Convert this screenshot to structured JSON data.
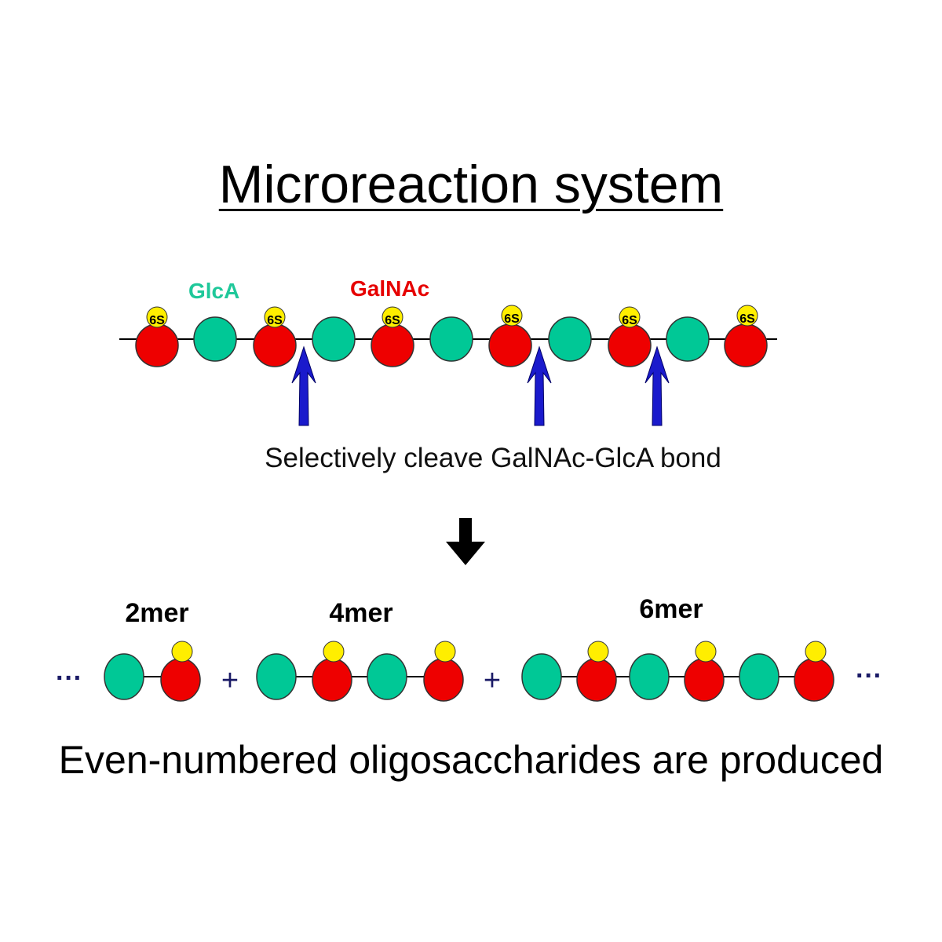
{
  "title": "Microreaction system",
  "legend": {
    "glca_label": "GlcA",
    "galnac_label": "GalNAc",
    "sulfate_label": "6S"
  },
  "cleavage_caption": "Selectively cleave GalNAc-GlcA bond",
  "products": {
    "dimer_label": "2mer",
    "tetramer_label": "4mer",
    "hexamer_label": "6mer",
    "plus_symbol": "+",
    "ellipsis": "···"
  },
  "result_caption": "Even-numbered oligosaccharides are produced",
  "colors": {
    "glca": "#00c896",
    "galnac": "#ee0000",
    "sulfate": "#ffee00",
    "cleavage_arrow": "#1a1acc",
    "navy": "#1a1a66",
    "glca_text": "#1fc89a",
    "galnac_text": "#e60000"
  }
}
